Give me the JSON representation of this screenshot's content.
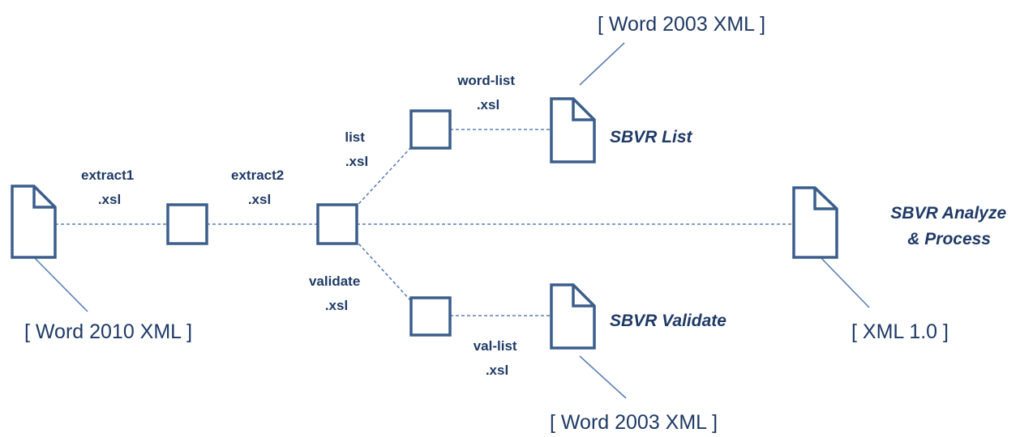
{
  "labels": {
    "extract1": [
      "extract1",
      ".xsl"
    ],
    "extract2": [
      "extract2",
      ".xsl"
    ],
    "list": [
      "list",
      ".xsl"
    ],
    "validate": [
      "validate",
      ".xsl"
    ],
    "word_list": [
      "word-list",
      ".xsl"
    ],
    "val_list": [
      "val-list",
      ".xsl"
    ]
  },
  "outputs": {
    "sbvr_list": "SBVR List",
    "sbvr_validate": "SBVR Validate",
    "sbvr_analyze": [
      "SBVR Analyze",
      "& Process"
    ]
  },
  "formats": {
    "word2010": "[ Word 2010 XML ]",
    "word2003_top": "[ Word 2003 XML ]",
    "word2003_bottom": "[ Word 2003 XML ]",
    "xml10": "[ XML 1.0 ]"
  },
  "colors": {
    "shape_stroke": "#3b5e8c",
    "connector": "#5b7fb4",
    "text": "#1f3a66"
  }
}
